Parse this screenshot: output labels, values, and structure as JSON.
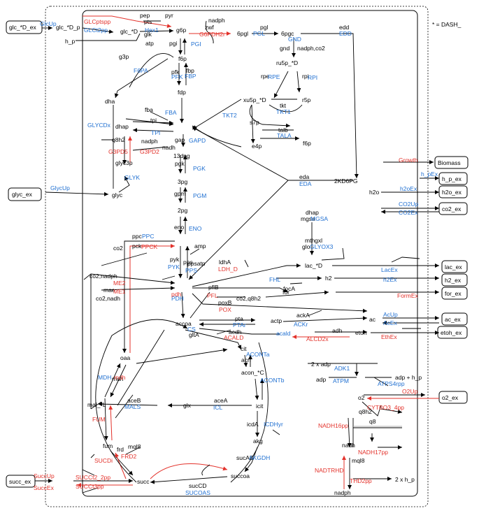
{
  "legend": "* = DASH_",
  "colors": {
    "reaction": "#1f6fd1",
    "highlight": "#e3312a",
    "metabolite": "#000000"
  },
  "exchange": [
    "glc_*D_ex",
    "glyc_ex",
    "succ_ex",
    "Biomass",
    "h_p_ex",
    "h2o_ex",
    "co2_ex",
    "lac_ex",
    "h2_ex",
    "for_ex",
    "ac_ex",
    "etoh_ex",
    "o2_ex"
  ],
  "metabolites": [
    "glc_*D_p",
    "glc_*D",
    "h_p",
    "pep",
    "pyr",
    "g6p",
    "nadph",
    "zwf",
    "6pgl",
    "pgl",
    "6pgc",
    "edd",
    "gnd",
    "nadph,co2",
    "pts",
    "glk",
    "atp",
    "pgi",
    "f6p",
    "g3p",
    "dha",
    "pfk",
    "fbp",
    "fdp",
    "fba",
    "tpi",
    "dhap",
    "q8h2",
    "nadph",
    "glyc3p",
    "glyc",
    "gap",
    "nadh",
    "13dpg",
    "pgk",
    "3pg",
    "gpm",
    "2pg",
    "eno",
    "ppc",
    "pck",
    "co2",
    "amp",
    "pps",
    "pyk",
    "ppsatp",
    "co2,nadph",
    "mae",
    "co2,nadh",
    "ru5p_*D",
    "rpe",
    "rpi",
    "xu5p_*D",
    "r5p",
    "tkt",
    "s7p",
    "e4p",
    "talb",
    "f6p",
    "eda",
    "2KD6PG",
    "dhap",
    "mgsa",
    "mthgxl",
    "glo",
    "lac_*D",
    "ldhA",
    "h2",
    "pflB",
    "poxB",
    "co2,q8h2",
    "for",
    "focA",
    "accoa",
    "pta",
    "actp",
    "ackA",
    "ac",
    "acdh",
    "adh",
    "etoh",
    "gltA",
    "cit",
    "acn",
    "acon_*C",
    "icit",
    "aceA",
    "glx",
    "aceB",
    "oaa",
    "mdh",
    "mal_*L",
    "fum",
    "frd",
    "mql8",
    "succ",
    "sucAB",
    "succoa",
    "akg",
    "icdA",
    "sucCD",
    "2 x adp",
    "adp",
    "adp + h_p",
    "o2",
    "q8",
    "q8h2",
    "mql8",
    "nadh",
    "nadph",
    "2 x h_p",
    "h2o"
  ],
  "reactions_blue": [
    "GlcUp",
    "GLCt2pp",
    "Hex1",
    "PGI",
    "PGL",
    "GND",
    "EDD",
    "F6PA",
    "PFK",
    "FBP",
    "FBA",
    "TPI",
    "GLYCDx",
    "GLYK",
    "GlycUp",
    "GAPD",
    "PGK",
    "PGM",
    "ENO",
    "PPC",
    "PYK",
    "PPS",
    "PDH",
    "CS",
    "ACONTa",
    "ACONTb",
    "ICDHyr",
    "AKGDH",
    "SUCOAS",
    "MALS",
    "ICL",
    "MDH",
    "RPE",
    "RPI",
    "TKT1",
    "TKT2",
    "TALA",
    "EDA",
    "MGSA",
    "GLYOX3",
    "FHL",
    "PTAr",
    "ACKr",
    "acald",
    "ADK1",
    "ATPM",
    "ATPS4rpp",
    "LacEx",
    "h2Ex",
    "AcUp",
    "AcEx",
    "h_pEx",
    "h2oEx",
    "CO2Up",
    "CO2Ex"
  ],
  "reactions_red": [
    "GLCptspp",
    "G6PDH2r",
    "G3PD5",
    "G3PD2",
    "PPCK",
    "ME2",
    "ME1",
    "LDH_D",
    "PFL",
    "POX",
    "ACALD",
    "ALCD2x",
    "pdh",
    "mdh",
    "FUM",
    "SUCDi",
    "FRD2",
    "SuccUp",
    "SuccEx",
    "SUCCt2_2pp",
    "SUCCt3pp",
    "CYTBO3_4pp",
    "NADH16pp",
    "NADH17pp",
    "NADTRHD",
    "THD2pp",
    "Growth",
    "O2Up",
    "FormEx",
    "EthEx"
  ]
}
